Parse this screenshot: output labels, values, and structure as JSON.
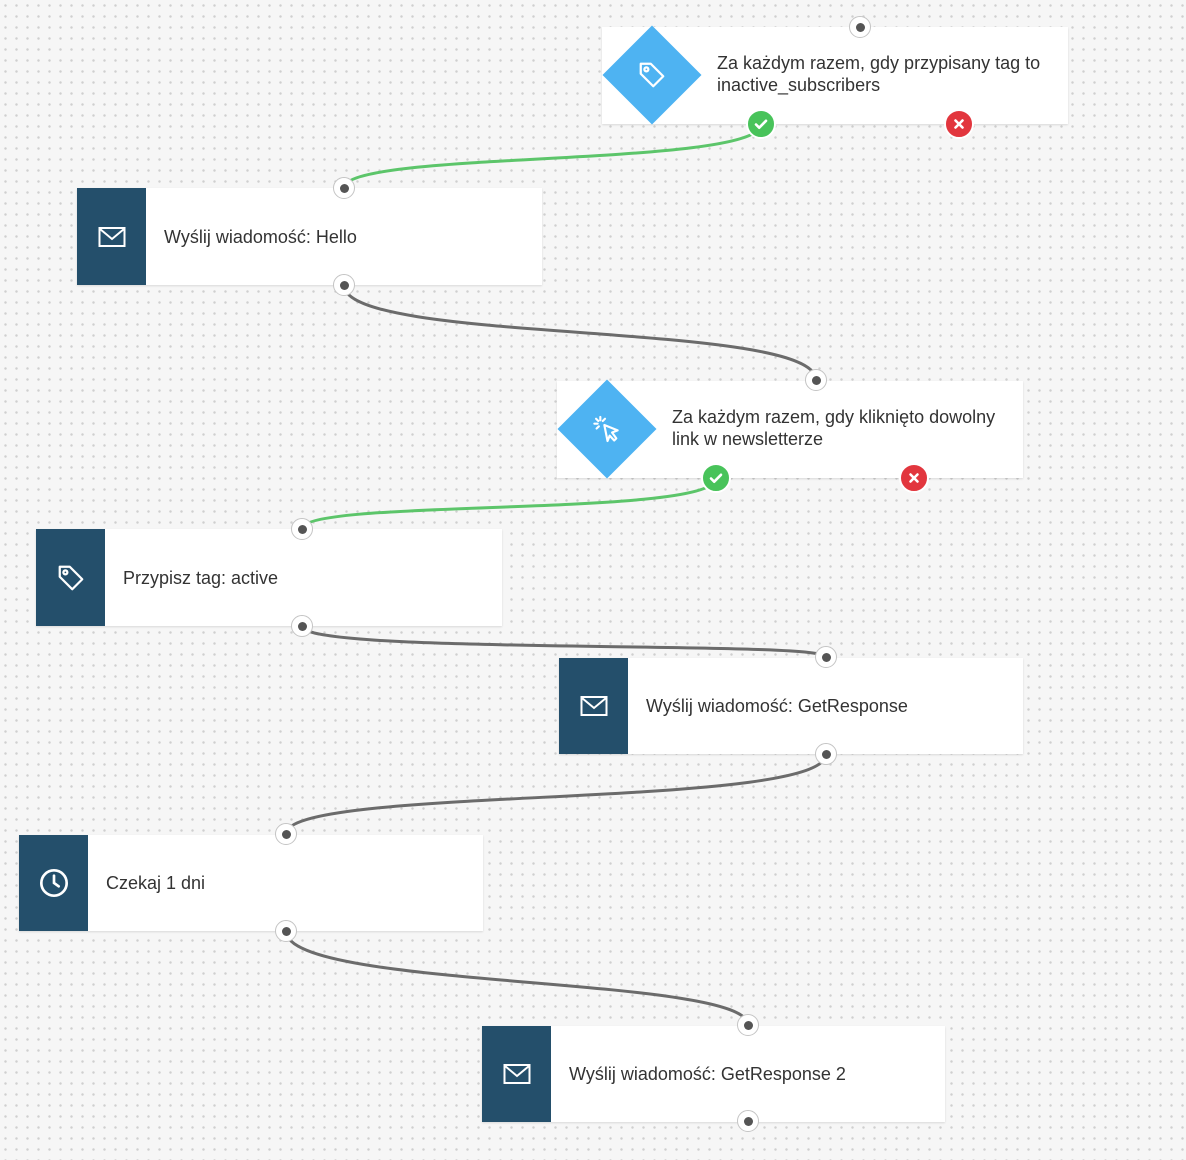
{
  "colors": {
    "action_block": "#244f6b",
    "trigger_diamond": "#4eb3f2",
    "success_wire": "#5cc56a",
    "default_wire": "#6b6b6b",
    "yes_badge": "#48c35a",
    "no_badge": "#e2363e"
  },
  "workflow": {
    "trigger_tag": {
      "label": "Za każdym razem, gdy przypisany tag to inactive_subscribers",
      "icon": "tag-icon"
    },
    "send_hello": {
      "label": "Wyślij wiadomość: Hello",
      "icon": "envelope-icon"
    },
    "trigger_click": {
      "label": "Za każdym razem, gdy kliknięto dowolny link w newsletterze",
      "icon": "click-cursor-icon"
    },
    "assign_tag": {
      "label": "Przypisz tag: active",
      "icon": "tag-icon"
    },
    "send_getresponse": {
      "label": "Wyślij wiadomość: GetResponse",
      "icon": "envelope-icon"
    },
    "wait": {
      "label": "Czekaj 1 dni",
      "icon": "clock-icon"
    },
    "send_getresponse_2": {
      "label": "Wyślij wiadomość: GetResponse 2",
      "icon": "envelope-icon"
    }
  }
}
